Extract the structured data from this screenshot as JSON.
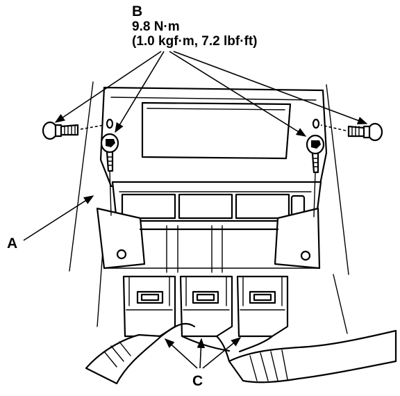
{
  "callouts": {
    "bolt_label": "B",
    "torque_nm": "9.8 N·m",
    "torque_alt": "(1.0 kgf·m, 7.2 lbf·ft)",
    "unit_label": "A",
    "connector_label": "C"
  }
}
